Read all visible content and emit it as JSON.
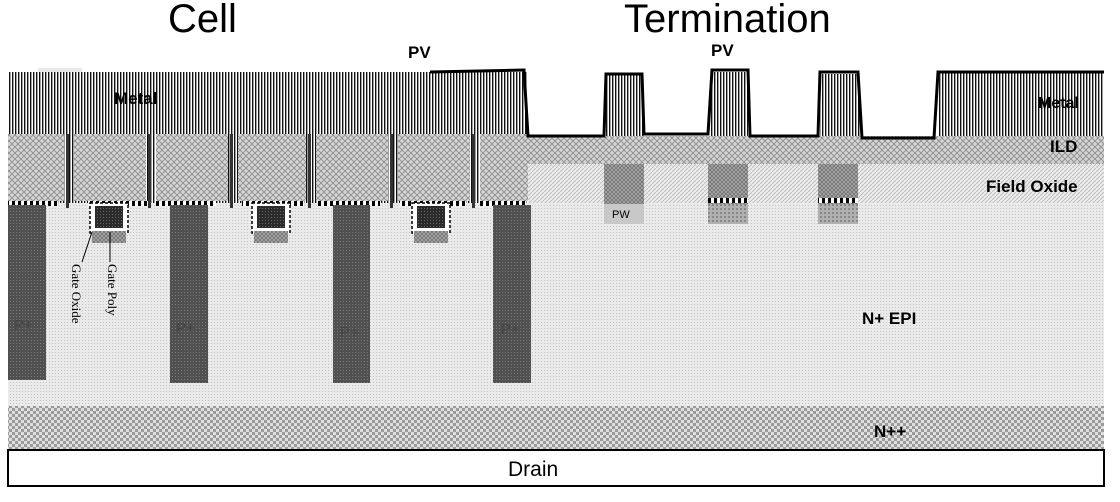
{
  "headings": {
    "cell": "Cell",
    "termination": "Termination"
  },
  "labels": {
    "pv_left": "PV",
    "pv_right": "PV",
    "metal_left": "Metal",
    "metal_right": "Metal",
    "ild": "ILD",
    "field_oxide": "Field Oxide",
    "gate_oxide": "Gate Oxide",
    "gate_poly": "Gate Poly",
    "p_plus": [
      "P+",
      "P+",
      "P+",
      "P+"
    ],
    "pw": "PW",
    "n_epi": "N+ EPI",
    "n_pp": "N++",
    "drain": "Drain"
  },
  "layers": [
    {
      "name": "Metal",
      "pattern": "vertical-stripes"
    },
    {
      "name": "ILD",
      "pattern": "crosshatch"
    },
    {
      "name": "Field Oxide",
      "pattern": "diagonal-light"
    },
    {
      "name": "N+ EPI",
      "pattern": "fine-dots"
    },
    {
      "name": "N++",
      "pattern": "checker"
    },
    {
      "name": "Drain",
      "pattern": "solid-white"
    }
  ],
  "colors": {
    "outline": "#000000",
    "p_plus_fill": "#4d4d4d",
    "gate_poly_fill": "#2a2a2a",
    "background": "#ffffff"
  }
}
